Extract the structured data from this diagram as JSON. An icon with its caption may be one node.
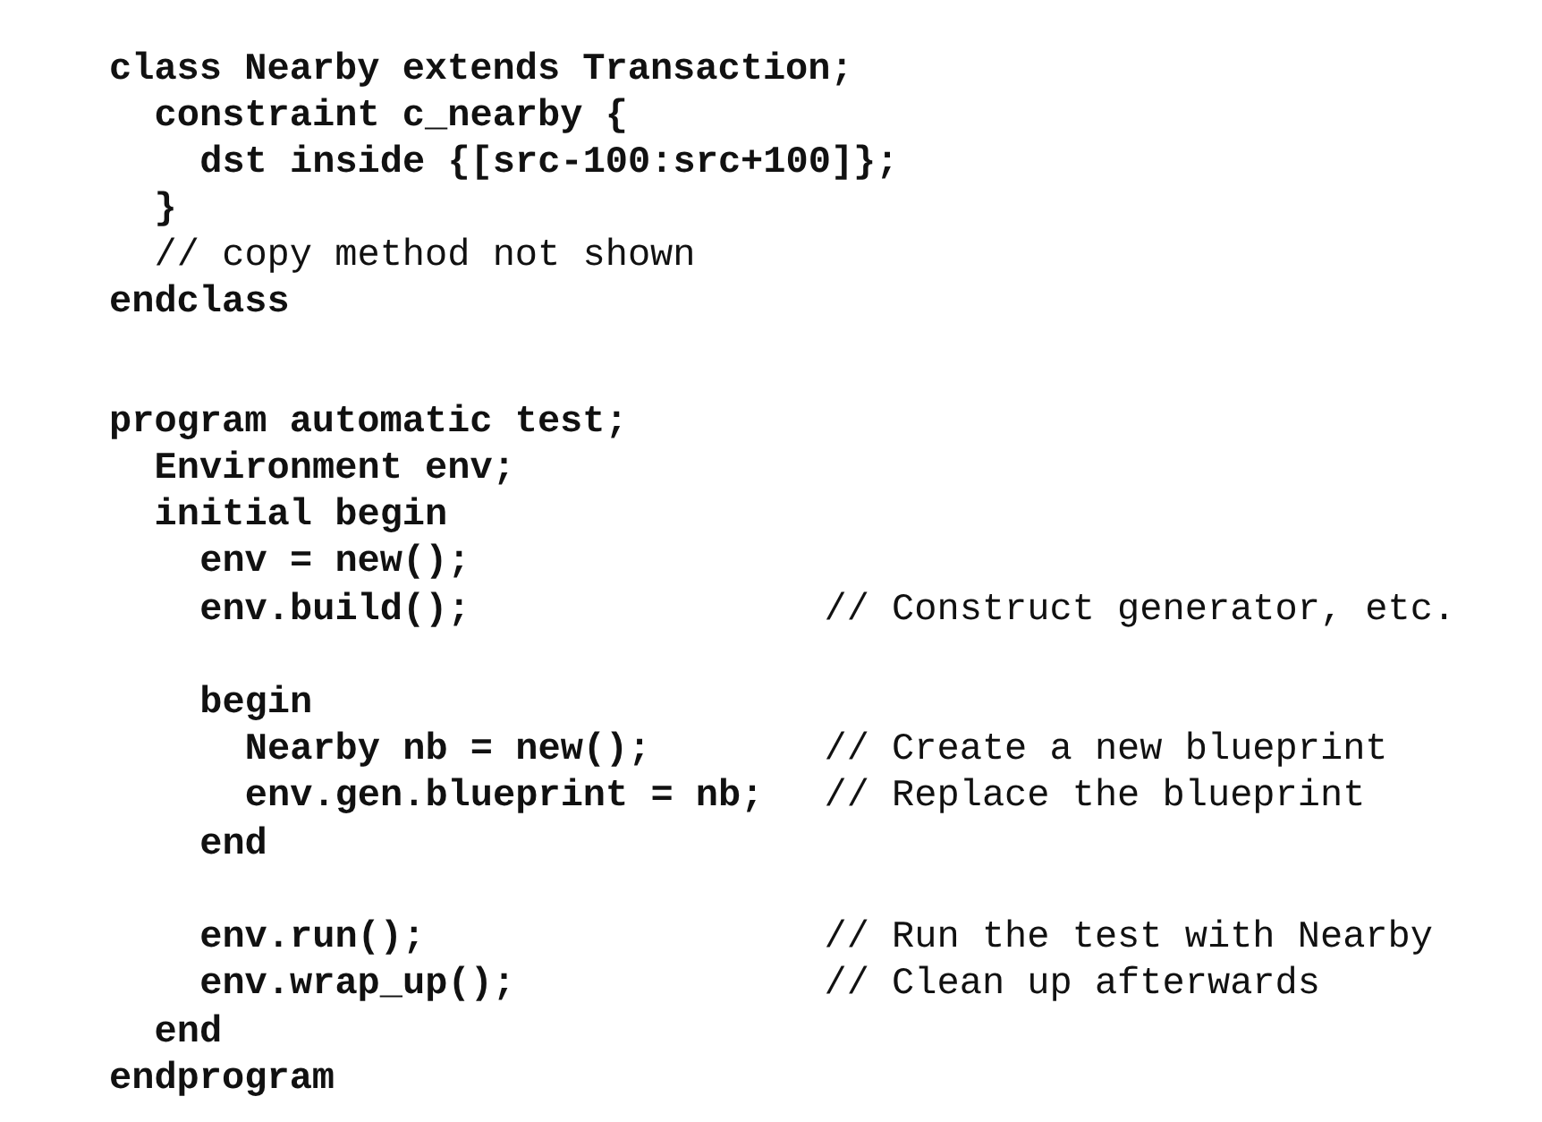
{
  "diagram": {
    "labels": [
      "class Nearby extends Transaction;",
      "constraint c_nearby {",
      "dst inside {[src-100:src+100]};",
      "}",
      "// copy method not shown",
      "endclass",
      "program automatic test;",
      "Environment env;",
      "initial begin",
      "env = new();",
      "env.build();",
      "// Construct generator, etc.",
      "begin",
      "Nearby nb = new();",
      "// Create a new blueprint",
      "env.gen.blueprint = nb;",
      "// Replace the blueprint",
      "end",
      "env.run();",
      "// Run the test with Nearby",
      "env.wrap_up();",
      "// Clean up afterwards",
      "end",
      "endprogram"
    ]
  }
}
